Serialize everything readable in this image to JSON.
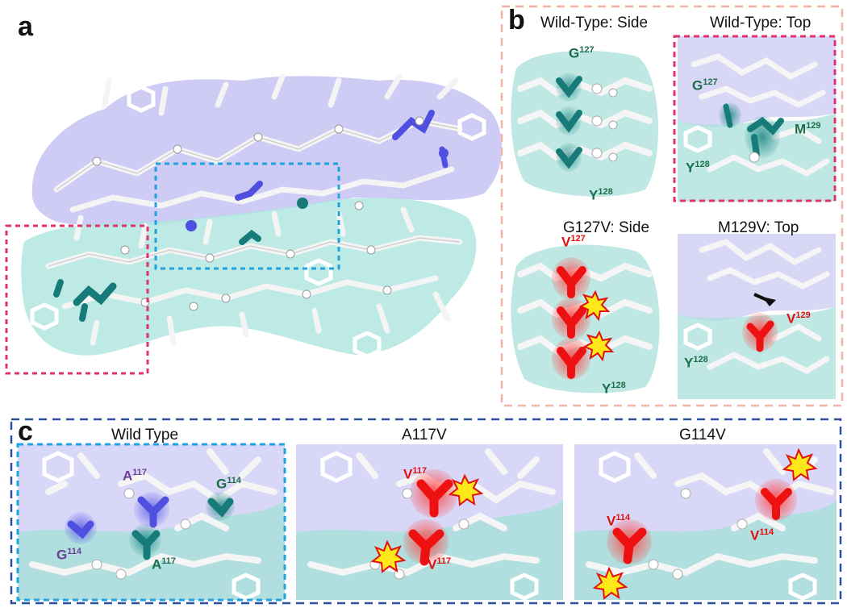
{
  "panels": {
    "a": {
      "letter": "a"
    },
    "b": {
      "letter": "b",
      "subpanels": [
        {
          "title": "Wild-Type: Side",
          "labels": [
            {
              "res": "G",
              "num": "127",
              "color": "wt"
            },
            {
              "res": "Y",
              "num": "128",
              "color": "wt"
            }
          ]
        },
        {
          "title": "Wild-Type: Top",
          "labels": [
            {
              "res": "G",
              "num": "127",
              "color": "wt"
            },
            {
              "res": "M",
              "num": "129",
              "color": "wt"
            },
            {
              "res": "Y",
              "num": "128",
              "color": "wt"
            }
          ]
        },
        {
          "title": "G127V: Side",
          "labels": [
            {
              "res": "V",
              "num": "127",
              "color": "mut"
            },
            {
              "res": "Y",
              "num": "128",
              "color": "wt"
            }
          ]
        },
        {
          "title": "M129V: Top",
          "labels": [
            {
              "res": "V",
              "num": "129",
              "color": "mut"
            },
            {
              "res": "Y",
              "num": "128",
              "color": "wt"
            }
          ]
        }
      ]
    },
    "c": {
      "letter": "c",
      "subpanels": [
        {
          "title": "Wild Type",
          "labels": [
            {
              "res": "A",
              "num": "117",
              "color": "purple"
            },
            {
              "res": "G",
              "num": "114",
              "color": "wt"
            },
            {
              "res": "G",
              "num": "114",
              "color": "purple"
            },
            {
              "res": "A",
              "num": "117",
              "color": "wt"
            }
          ]
        },
        {
          "title": "A117V",
          "labels": [
            {
              "res": "V",
              "num": "117",
              "color": "mut"
            },
            {
              "res": "V",
              "num": "117",
              "color": "mut"
            }
          ]
        },
        {
          "title": "G114V",
          "labels": [
            {
              "res": "V",
              "num": "114",
              "color": "mut"
            },
            {
              "res": "V",
              "num": "114",
              "color": "mut"
            }
          ]
        }
      ]
    }
  },
  "colors": {
    "wildtype_label": "#1a6e4a",
    "mutant_label": "#e01010",
    "purple_label": "#6a3f94",
    "chain_top": "#b9b6ee",
    "chain_bottom": "#a8e3dc",
    "teal_residue": "#157a78",
    "blue_residue": "#4a4ad8",
    "red_residue": "#ee1111",
    "clash_star": "#ffe81a",
    "magenta_box": "#e0336e",
    "cyan_box": "#1fa3e0",
    "peach_box": "#f3b3a6",
    "navy_box": "#2f4f9c"
  }
}
